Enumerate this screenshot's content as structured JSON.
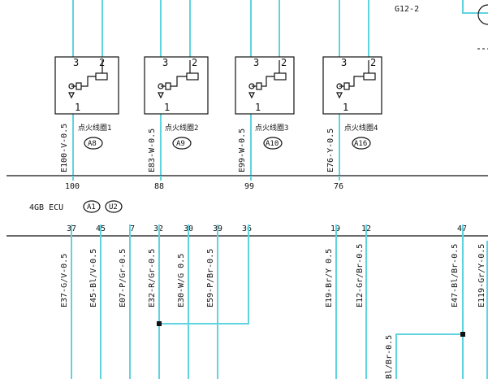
{
  "header": {
    "connector_ref": "G12-2"
  },
  "coils": [
    {
      "wire_label": "E100-V-0.5",
      "name": "点火线圈1",
      "badge": "A8",
      "pin": "100"
    },
    {
      "wire_label": "E83-W-0.5",
      "name": "点火线圈2",
      "badge": "A9",
      "pin": "88"
    },
    {
      "wire_label": "E99-W-0.5",
      "name": "点火线圈3",
      "badge": "A10",
      "pin": "99"
    },
    {
      "wire_label": "E76-Y-0.5",
      "name": "点火线圈4",
      "badge": "A16",
      "pin": "76"
    }
  ],
  "coil_pins": {
    "p3": "3",
    "p2": "2",
    "p1": "1"
  },
  "ecu": {
    "label": "4GB ECU",
    "badge1": "A1",
    "badge2": "U2"
  },
  "ecu_pins": [
    "37",
    "45",
    "7",
    "32",
    "30",
    "39",
    "36",
    "19",
    "12",
    "47"
  ],
  "lower_wires": [
    "E37-G/V-0.5",
    "E45-Bl/V-0.5",
    "E07-P/Gr-0.5",
    "E32-R/Gr-0.5",
    "E30-W/G 0.5",
    "E59-P/Br-0.5",
    "E19-Br/Y 0.5",
    "E12-Gr/Br-0.5",
    "E47-Bl/Br-0.5",
    "E119-Gr/Y-0.5"
  ],
  "bottom_stub": "Bl/Br-0.5"
}
